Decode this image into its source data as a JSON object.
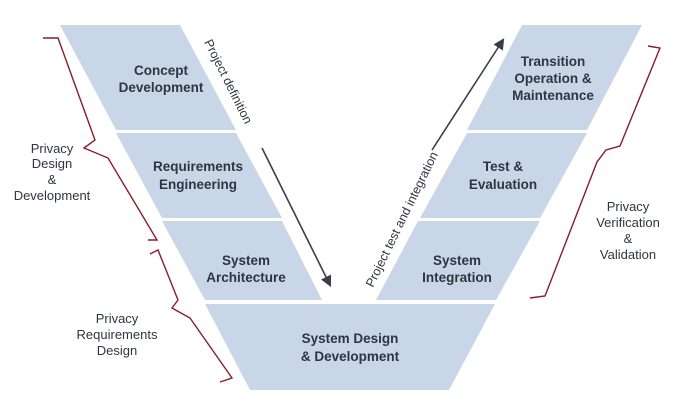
{
  "colors": {
    "block_fill": "#c8d6e7",
    "bracket": "#8a1c2b",
    "arrow": "#3a3f47",
    "text": "#2f3540"
  },
  "blocks": {
    "concept": {
      "line1": "Concept",
      "line2": "Development"
    },
    "requirements": {
      "line1": "Requirements",
      "line2": "Engineering"
    },
    "architecture": {
      "line1": "System",
      "line2": "Architecture"
    },
    "design": {
      "line1": "System Design",
      "line2": "& Development"
    },
    "integration": {
      "line1": "System",
      "line2": "Integration"
    },
    "test": {
      "line1": "Test &",
      "line2": "Evaluation"
    },
    "transition": {
      "line1": "Transition",
      "line2": "Operation &",
      "line3": "Maintenance"
    }
  },
  "side_labels": {
    "privacy_design": {
      "line1": "Privacy",
      "line2": "Design",
      "line3": "&",
      "line4": "Development"
    },
    "privacy_requirements": {
      "line1": "Privacy",
      "line2": "Requirements",
      "line3": "Design"
    },
    "privacy_verification": {
      "line1": "Privacy",
      "line2": "Verification",
      "line3": "&",
      "line4": "Validation"
    }
  },
  "arrows": {
    "definition": "Project definition",
    "test_integration": "Project test and integration"
  }
}
